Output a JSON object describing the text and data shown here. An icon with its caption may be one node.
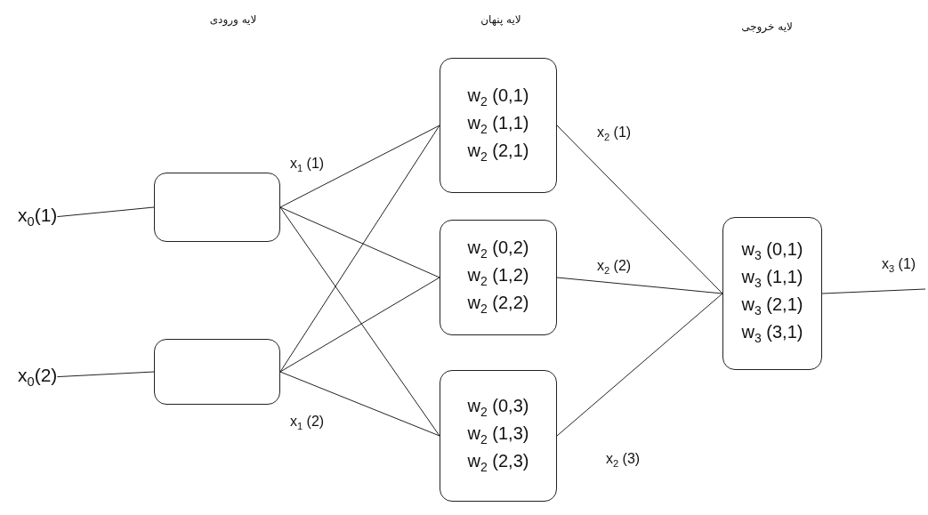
{
  "diagram": {
    "nodes": [
      {
        "text": [
          "x$_{0}$(1)"
        ]
      },
      {
        "text": [
          "x$_{0}$(2)"
        ]
      },
      {
        "text": [],
        "shape": "box"
      },
      {
        "text": [],
        "shape": "box"
      },
      {
        "text": [
          "w$_{2}$ (0,1)",
          "w$_{2}$ (1,1)",
          "w$_{2}$ (2,1)"
        ]
      },
      {
        "text": [
          "w$_{2}$ (0,2)",
          "w$_{2}$ (1,2)",
          "w$_{2}$ (2,2)"
        ]
      },
      {
        "text": [
          "w$_{2}$ (0,3)",
          "w$_{2}$ (1,3)",
          "w$_{2}$ (2,3)"
        ]
      },
      {
        "text": [
          "w$_{3}$ (0,1)",
          "w$_{3}$ (1,1)",
          "w$_{3}$ (2,1)",
          "w$_{3}$ (3,1)"
        ]
      }
    ],
    "edges": [
      {
        "from": 0,
        "to": 2,
        "arrow": "none"
      },
      {
        "from": 1,
        "to": 3,
        "arrow": "none"
      },
      {
        "from": 2,
        "to": 4,
        "arrow": "none",
        "label": "x$_{1}$ (1)"
      },
      {
        "from": 2,
        "to": 5,
        "arrow": "none"
      },
      {
        "from": 2,
        "to": 6,
        "arrow": "none"
      },
      {
        "from": 3,
        "to": 4,
        "arrow": "none"
      },
      {
        "from": 3,
        "to": 5,
        "arrow": "none"
      },
      {
        "from": 3,
        "to": 6,
        "arrow": "none",
        "label": "x$_{1}$ (2)"
      },
      {
        "from": 4,
        "to": 7,
        "arrow": "none",
        "label": "x$_{2}$ (1)"
      },
      {
        "from": 5,
        "to": 7,
        "arrow": "none",
        "label": "x$_{2}$ (2)"
      },
      {
        "from": 6,
        "to": 7,
        "arrow": "none",
        "label": "x$_{2}$ (3)"
      },
      {
        "from": 7,
        "to": null,
        "arrow": "none",
        "label": "x$_{3}$ (1)"
      }
    ],
    "labels": [
      "لایه ورودی",
      "لایه پنهان",
      "لایه خروجی"
    ]
  }
}
